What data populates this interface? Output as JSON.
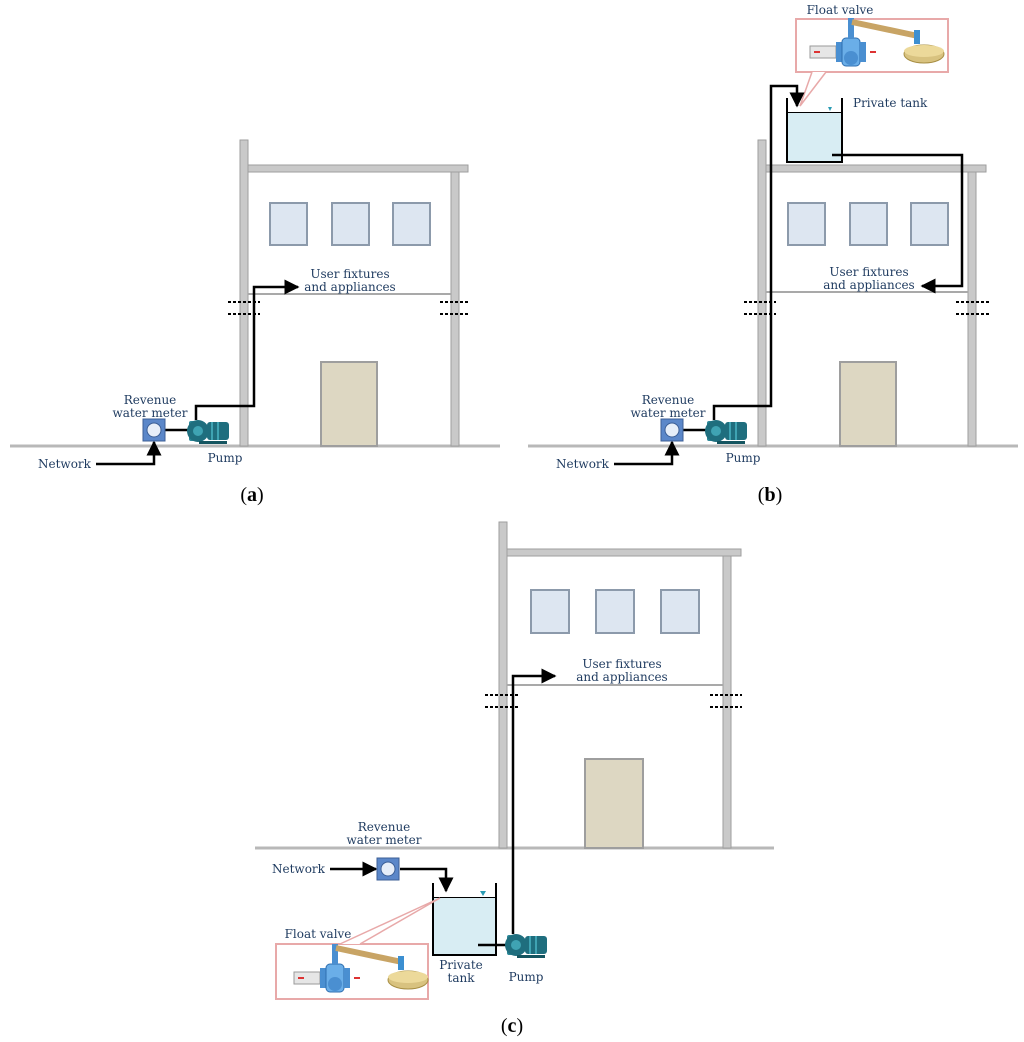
{
  "colors": {
    "wall": "#c9c9c9",
    "wall_stroke": "#9e9e9e",
    "window_fill": "#dde6f1",
    "door_fill": "#ddd7c2",
    "pipe": "#000000",
    "label": "#1e3a5f",
    "tank_water": "#d8edf3",
    "meter": "#5b87c9",
    "pump": "#1f6e7e",
    "callout": "#e8a9a9"
  },
  "panels": {
    "a": {
      "caption_open": "(",
      "caption_letter": "a",
      "caption_close": ")",
      "fixtures_line1": "User fixtures",
      "fixtures_line2": "and appliances",
      "meter_line1": "Revenue",
      "meter_line2": "water meter",
      "network": "Network",
      "pump": "Pump"
    },
    "b": {
      "caption_open": "(",
      "caption_letter": "b",
      "caption_close": ")",
      "float_valve": "Float valve",
      "private_tank": "Private tank",
      "fixtures_line1": "User fixtures",
      "fixtures_line2": "and appliances",
      "meter_line1": "Revenue",
      "meter_line2": "water meter",
      "network": "Network",
      "pump": "Pump"
    },
    "c": {
      "caption_open": "(",
      "caption_letter": "c",
      "caption_close": ")",
      "fixtures_line1": "User fixtures",
      "fixtures_line2": "and appliances",
      "meter_line1": "Revenue",
      "meter_line2": "water meter",
      "network": "Network",
      "float_valve": "Float valve",
      "tank_line1": "Private",
      "tank_line2": "tank",
      "pump": "Pump"
    }
  },
  "icons": [
    "water-meter-icon",
    "pump-icon",
    "float-valve-icon",
    "water-level-icon",
    "arrow-icon"
  ]
}
